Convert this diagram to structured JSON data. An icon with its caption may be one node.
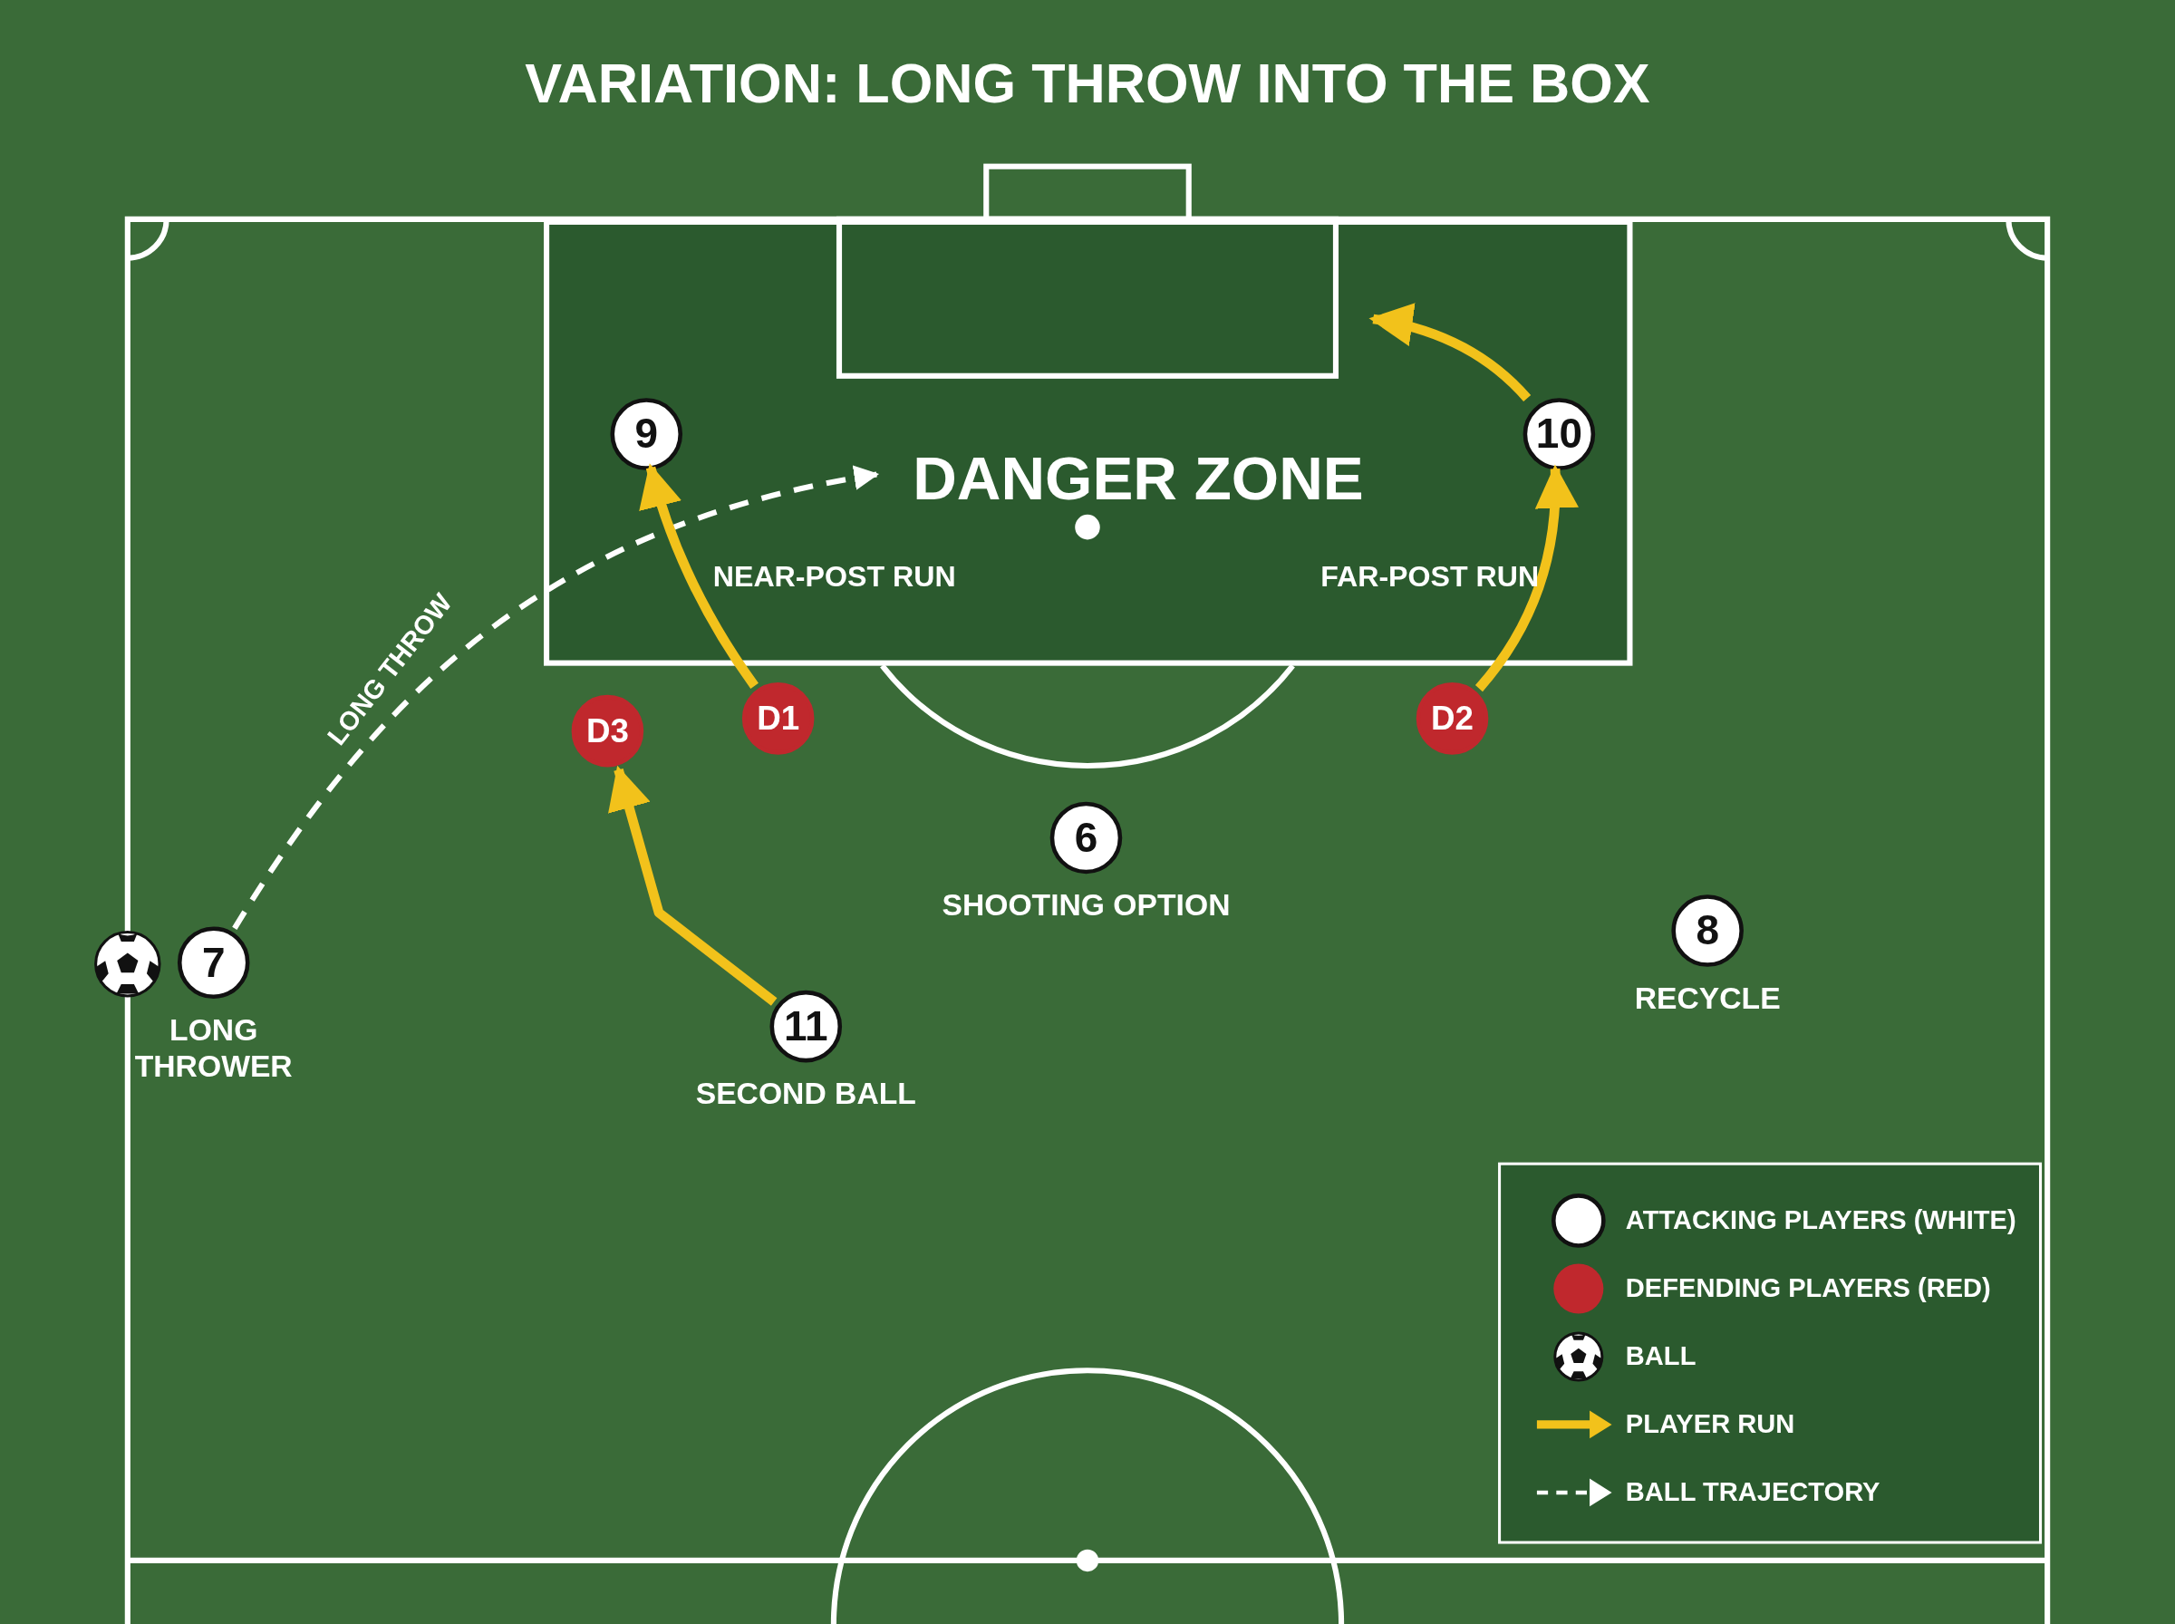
{
  "diagram": {
    "title": "VARIATION: LONG THROW INTO THE BOX",
    "nodes": [
      {
        "text": [
          "DANGER ZONE"
        ]
      },
      {
        "text": [
          "9"
        ],
        "in": 0
      },
      {
        "text": [
          "10"
        ],
        "in": 0
      },
      {
        "text": [
          "D1"
        ]
      },
      {
        "text": [
          "D2"
        ]
      },
      {
        "text": [
          "D3"
        ]
      },
      {
        "text": [
          "6"
        ],
        "beside": [
          "SHOOTING OPTION"
        ]
      },
      {
        "text": [
          "8"
        ],
        "beside": [
          "RECYCLE"
        ]
      },
      {
        "text": [
          "7"
        ],
        "beside": [
          "LONG THROWER"
        ]
      },
      {
        "text": [
          "11"
        ],
        "beside": [
          "SECOND BALL"
        ]
      }
    ],
    "edges": [
      {
        "from": 8,
        "to": null,
        "arrow": "to",
        "label": "LONG THROW",
        "style": "dashed",
        "color": "#ffffff"
      },
      {
        "from": 3,
        "to": 1,
        "arrow": "to",
        "label": "NEAR-POST RUN"
      },
      {
        "from": 4,
        "to": 2,
        "arrow": "to",
        "label": "FAR-POST RUN"
      },
      {
        "from": 2,
        "to": null,
        "arrow": "to"
      },
      {
        "from": 9,
        "to": 5,
        "arrow": "to"
      }
    ],
    "legend": [
      {
        "text": "ATTACKING PLAYERS (WHITE)",
        "color": "#ffffff"
      },
      {
        "text": "DEFENDING PLAYERS (RED)",
        "color": "#c0282d"
      },
      {
        "text": "BALL"
      },
      {
        "text": "PLAYER RUN"
      },
      {
        "text": "BALL TRAJECTORY"
      }
    ]
  }
}
